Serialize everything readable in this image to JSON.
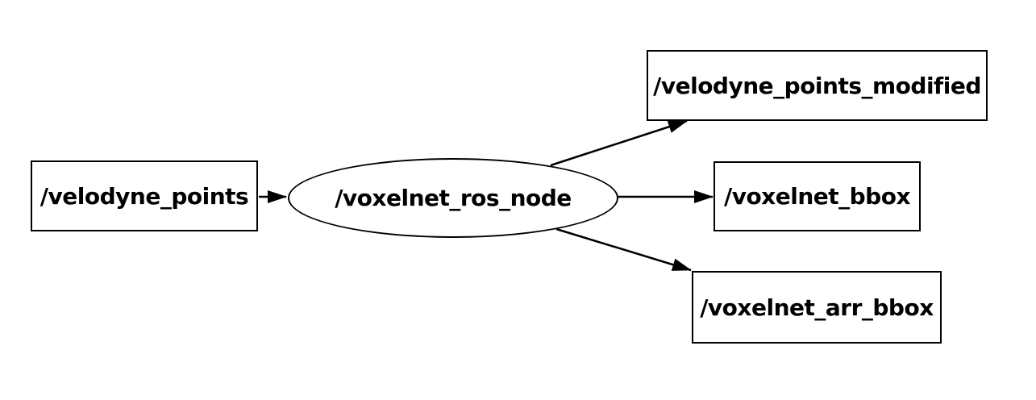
{
  "diagram": {
    "type": "ros-node-graph",
    "background_color": "#ffffff",
    "stroke_color": "#000000",
    "text_color": "#000000",
    "nodes": [
      {
        "id": "velodyne_points",
        "label": "/velodyne_points",
        "shape": "rectangle"
      },
      {
        "id": "voxelnet_ros_node",
        "label": "/voxelnet_ros_node",
        "shape": "ellipse"
      },
      {
        "id": "velodyne_points_modified",
        "label": "/velodyne_points_modified",
        "shape": "rectangle"
      },
      {
        "id": "voxelnet_bbox",
        "label": "/voxelnet_bbox",
        "shape": "rectangle"
      },
      {
        "id": "voxelnet_arr_bbox",
        "label": "/voxelnet_arr_bbox",
        "shape": "rectangle"
      }
    ],
    "edges": [
      {
        "from": "velodyne_points",
        "to": "voxelnet_ros_node",
        "arrow": "solid-triangle"
      },
      {
        "from": "voxelnet_ros_node",
        "to": "velodyne_points_modified",
        "arrow": "solid-triangle"
      },
      {
        "from": "voxelnet_ros_node",
        "to": "voxelnet_bbox",
        "arrow": "solid-triangle"
      },
      {
        "from": "voxelnet_ros_node",
        "to": "voxelnet_arr_bbox",
        "arrow": "solid-triangle"
      }
    ]
  }
}
